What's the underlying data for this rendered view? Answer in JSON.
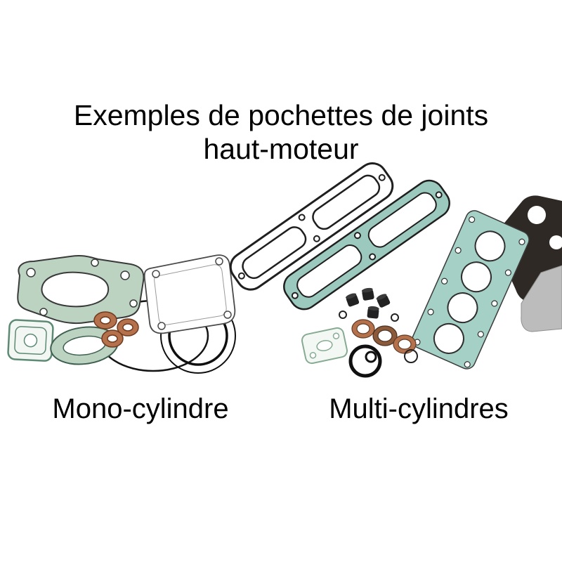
{
  "title": {
    "line1": "Exemples de pochettes de joints",
    "line2": "haut-moteur"
  },
  "captions": {
    "mono": "Mono-cylindre",
    "multi": "Multi-cylindres"
  },
  "colors": {
    "gasket_green": "#bcd3c2",
    "gasket_teal": "#9cc9bd",
    "head_gasket_teal": "#a5d0c6",
    "copper": "#b5714c",
    "copper_dark": "#8a5a3a",
    "outline_dark": "#1f1f1f",
    "dark_part": "#2e2924",
    "gray_part": "#bcbcbc"
  }
}
